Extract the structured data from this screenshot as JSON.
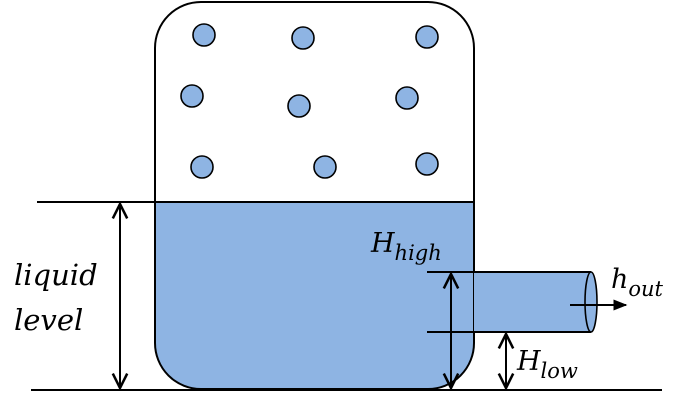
{
  "colors": {
    "liquid": "#8eb4e3",
    "stroke": "#000000",
    "background": "#ffffff"
  },
  "labels": {
    "liquid_level_line1": "liquid",
    "liquid_level_line2": "level",
    "h_high_main": "H",
    "h_high_sub": "high",
    "h_low_main": "H",
    "h_low_sub": "low",
    "h_out_main": "h",
    "h_out_sub": "out"
  },
  "bubble_count": 9
}
